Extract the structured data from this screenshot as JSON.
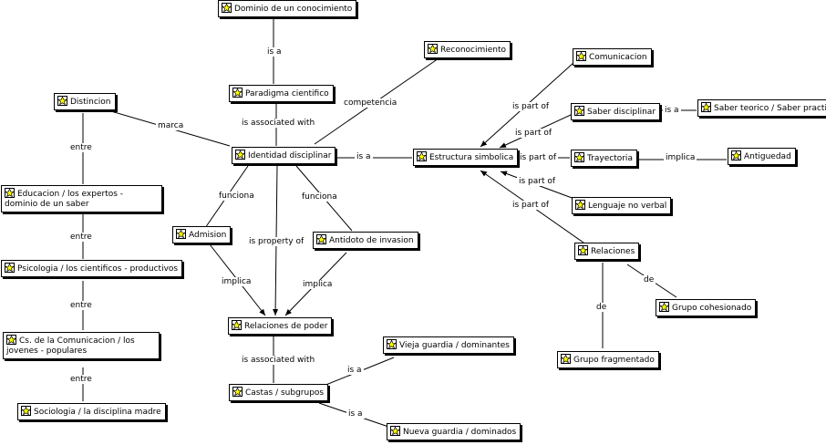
{
  "nodes": {
    "dominio": "Dominio de un conocimiento",
    "paradigma": "Paradigma cientifico",
    "reconocimiento": "Reconocimiento",
    "comunicacion": "Comunicacion",
    "distincion": "Distincion",
    "identidad": "Identidad disciplinar",
    "estructura": "Estructura simbolica",
    "saber_disciplinar": "Saber disciplinar",
    "saber_teorico": "Saber teorico / Saber practico",
    "trayectoria": "Trayectoria",
    "antiguedad": "Antiguedad",
    "lenguaje": "Lenguaje no verbal",
    "educacion": "Educacion / los expertos - dominio de un saber",
    "admision": "Admision",
    "antidoto": "Antidoto de invasion",
    "relaciones": "Relaciones",
    "grupo_cohesionado": "Grupo cohesionado",
    "psicologia": "Psicologia / los cientificos - productivos",
    "relaciones_poder": "Relaciones de poder",
    "cs_comunicacion": "Cs. de la Comunicacion / los jovenes - populares",
    "vieja_guardia": "Vieja guardia / dominantes",
    "grupo_fragmentado": "Grupo fragmentado",
    "castas": "Castas / subgrupos",
    "sociologia": "Sociologia / la disciplina madre",
    "nueva_guardia": "Nueva guardia / dominados"
  },
  "links": {
    "dominio_paradigma": "is a",
    "paradigma_identidad": "is associated with",
    "reconocimiento_identidad": "competencia",
    "distincion_identidad": "marca",
    "identidad_estructura": "is a",
    "comunicacion_estructura": "is part of",
    "saber_estructura": "is part of",
    "saber_teorico": "is a",
    "trayectoria_estructura": "is part of",
    "trayectoria_antiguedad": "implica",
    "lenguaje_estructura": "is part of",
    "relaciones_estructura": "is part of",
    "identidad_admision": "funciona",
    "identidad_antidoto": "funciona",
    "identidad_poder": "is property of",
    "admision_poder": "implica",
    "antidoto_poder": "implica",
    "poder_castas": "is associated with",
    "castas_vieja": "is a",
    "castas_nueva": "is a",
    "relaciones_cohesionado": "de",
    "relaciones_fragmentado": "de",
    "distincion_educacion": "entre",
    "educacion_psicologia": "entre",
    "psicologia_cs": "entre",
    "cs_sociologia": "entre"
  },
  "colors": {
    "icon_fill": "#ffff00",
    "line": "#000000"
  },
  "icon": "star-concept-icon"
}
